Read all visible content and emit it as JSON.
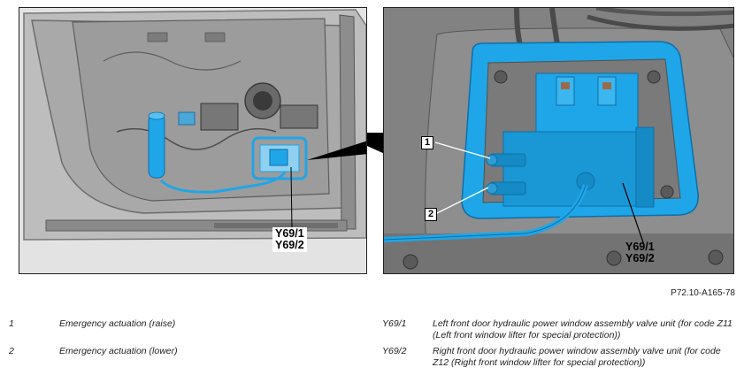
{
  "figure": {
    "callouts": {
      "valve_left": {
        "line1": "Y69/1",
        "line2": "Y69/2"
      },
      "valve_right": {
        "line1": "Y69/1",
        "line2": "Y69/2"
      },
      "item1": "1",
      "item2": "2"
    },
    "figure_id": "P72.10-A165-78"
  },
  "legend": [
    {
      "key": "1",
      "text": "Emergency actuation (raise)"
    },
    {
      "key": "2",
      "text": "Emergency actuation (lower)"
    },
    {
      "key": "Y69/1",
      "text": "Left front door hydraulic power window assembly valve unit (for code Z11 (Left front window lifter for special protection))"
    },
    {
      "key": "Y69/2",
      "text": "Right front door hydraulic power window assembly valve unit (for code Z12 (Right front window lifter for special protection))"
    }
  ],
  "colors": {
    "highlight": "#1fa6e8",
    "panel_gray": "#9a9a9a",
    "background": "#ffffff"
  }
}
